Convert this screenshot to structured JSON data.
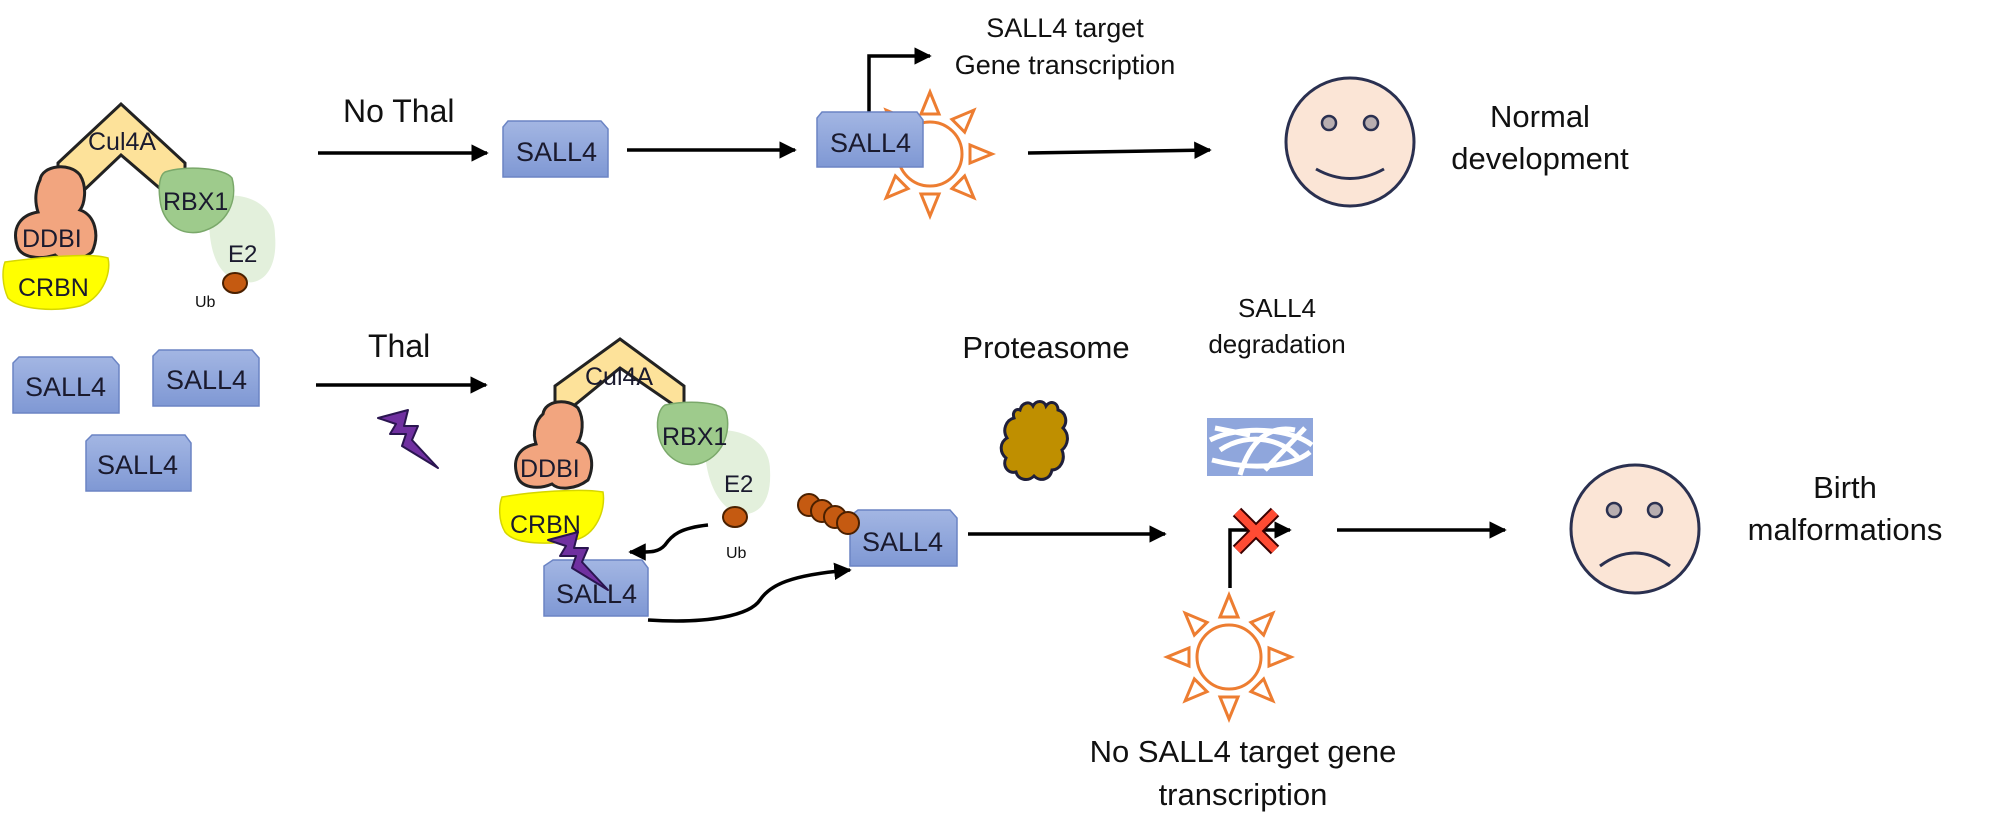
{
  "title": "Thalidomide-induced SALL4 degradation mechanism",
  "complex": {
    "cul4a": "Cul4A",
    "ddb1": "DDBI",
    "crbn": "CRBN",
    "rbx1": "RBX1",
    "e2": "E2",
    "ub": "Ub"
  },
  "sall4": "SALL4",
  "top_row": {
    "condition": "No Thal",
    "transcription_label_line1": "SALL4 target",
    "transcription_label_line2": "Gene transcription",
    "outcome_line1": "Normal",
    "outcome_line2": "development"
  },
  "bottom_row": {
    "condition": "Thal",
    "proteasome": "Proteasome",
    "degradation_line1": "SALL4",
    "degradation_line2": "degradation",
    "no_transcription_line1": "No SALL4 target gene",
    "no_transcription_line2": "transcription",
    "outcome_line1": "Birth",
    "outcome_line2": "malformations"
  },
  "colors": {
    "cul4a": "#FDE29A",
    "ddb1": "#F2A57F",
    "crbn": "#FFFF00",
    "rbx1": "#9ECB8C",
    "e2": "#E3F0DC",
    "ub": "#C55A11",
    "sall4": "#8FA6DC",
    "sun": "#ED7D31",
    "proteasome": "#BF8F00",
    "thal": "#7030A0",
    "block": "#FF4B33",
    "face": "#FBE5D6"
  }
}
